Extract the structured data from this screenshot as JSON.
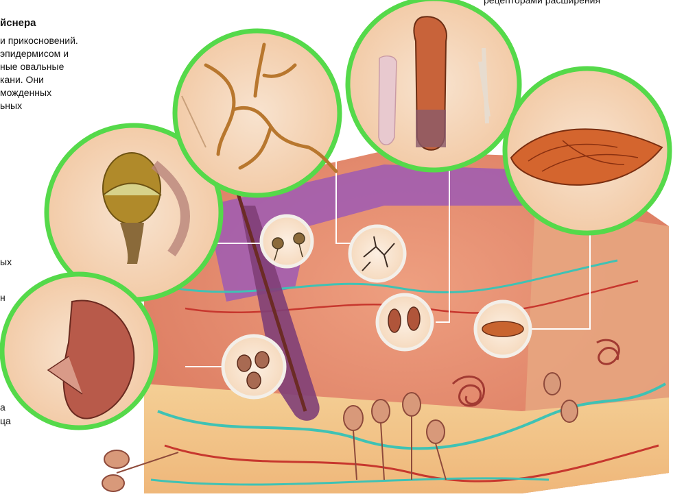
{
  "captions": {
    "top_right": "рецепторами расширения",
    "meissner_title": "йснера",
    "meissner_lines": [
      "и прикосновений.",
      "эпидермисом и",
      "ные овальные",
      "кани. Они",
      "можденных",
      "ьных"
    ],
    "left_fragments": [
      "ых",
      "н",
      "а",
      "ца"
    ]
  },
  "colors": {
    "circle_outline": "#55d94a",
    "inset_outline": "#f3efe9",
    "skin_main": "#e9a17a",
    "dermis_purple": "#9e5db2",
    "fat_layer": "#f2c58c",
    "nerve": "#c47a45",
    "vessel_teal": "#3fc2b4",
    "vessel_red": "#c7372e"
  },
  "icons": {
    "meissner_corpuscle": "meissner-corpuscle-icon",
    "free_nerve_ending": "free-nerve-ending-icon",
    "merkel_disc": "merkel-disc-icon",
    "ruffini_ending": "ruffini-ending-icon",
    "pacinian_corpuscle": "pacinian-corpuscle-icon",
    "krause_bulb": "krause-bulb-icon"
  }
}
